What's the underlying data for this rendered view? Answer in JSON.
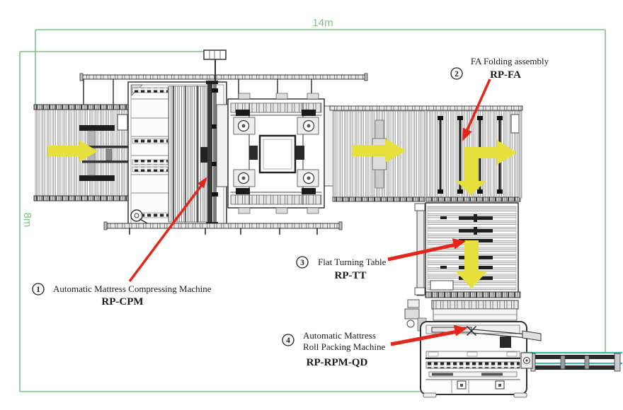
{
  "diagram": {
    "dimensions": {
      "width": "14m",
      "height": "8m"
    },
    "machines": [
      {
        "number": "1",
        "name_lines": [
          "Automatic Mattress Compressing Machine"
        ],
        "code": "RP-CPM"
      },
      {
        "number": "2",
        "name_lines": [
          "FA Folding assembly"
        ],
        "code": "RP-FA"
      },
      {
        "number": "3",
        "name_lines": [
          "Flat Turning Table"
        ],
        "code": "RP-TT"
      },
      {
        "number": "4",
        "name_lines": [
          "Automatic Mattress",
          "Roll Packing Machine"
        ],
        "code": "RP-RPM-QD"
      }
    ],
    "colors": {
      "green": "#7cc47c",
      "yellow": "#e7df3b",
      "red": "#e32619",
      "teal": "#45b5b2",
      "ink": "#2d2d2d"
    }
  }
}
